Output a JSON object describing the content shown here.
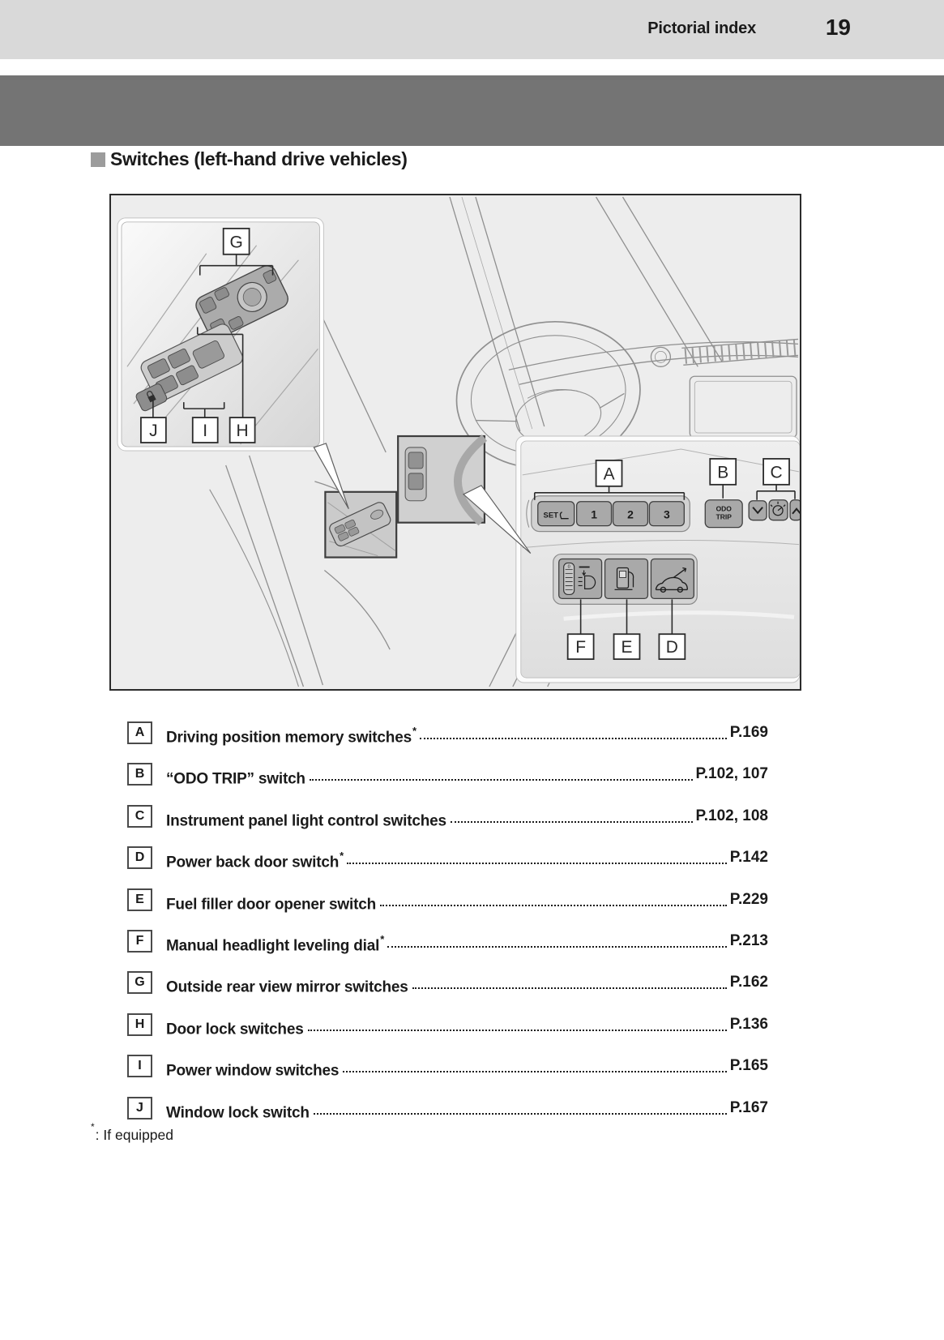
{
  "header": {
    "section_title": "Pictorial index",
    "page_number": "19"
  },
  "section": {
    "title": "Switches (left-hand drive vehicles)"
  },
  "diagram": {
    "callouts": {
      "a": "A",
      "b": "B",
      "c": "C",
      "d": "D",
      "e": "E",
      "f": "F",
      "g": "G",
      "h": "H",
      "i": "I",
      "j": "J"
    },
    "controls": {
      "set_button": "SET",
      "memory_1": "1",
      "memory_2": "2",
      "memory_3": "3",
      "odo_line1": "ODO",
      "odo_line2": "TRIP",
      "leveling_zero": "0"
    },
    "icons": {
      "seat": "seat-profile",
      "chevron_down": "∨",
      "dimmer": "brightness-dial",
      "chevron_up": "∧",
      "headlight_leveling": "headlamp-with-beams",
      "fuel_pump": "fuel-pump",
      "power_back_door": "suv-open-tailgate",
      "window_lock": "padlock",
      "mirror_knob": "round-adjust-knob"
    }
  },
  "index": {
    "items": [
      {
        "letter": "A",
        "label": "Driving position memory switches",
        "star": "*",
        "pages": "P.169"
      },
      {
        "letter": "B",
        "label": "“ODO TRIP” switch",
        "star": "",
        "pages": "P.102, 107"
      },
      {
        "letter": "C",
        "label": "Instrument panel light control switches",
        "star": "",
        "pages": "P.102, 108"
      },
      {
        "letter": "D",
        "label": "Power back door switch",
        "star": "*",
        "pages": "P.142"
      },
      {
        "letter": "E",
        "label": "Fuel filler door opener switch",
        "star": "",
        "pages": "P.229"
      },
      {
        "letter": "F",
        "label": "Manual headlight leveling dial",
        "star": "*",
        "pages": "P.213"
      },
      {
        "letter": "G",
        "label": "Outside rear view mirror switches",
        "star": "",
        "pages": "P.162"
      },
      {
        "letter": "H",
        "label": "Door lock switches",
        "star": "",
        "pages": "P.136"
      },
      {
        "letter": "I",
        "label": "Power window switches",
        "star": "",
        "pages": "P.165"
      },
      {
        "letter": "J",
        "label": "Window lock switch",
        "star": "",
        "pages": "P.167"
      }
    ]
  },
  "footnote": {
    "symbol": "*",
    "text": ": If equipped"
  }
}
